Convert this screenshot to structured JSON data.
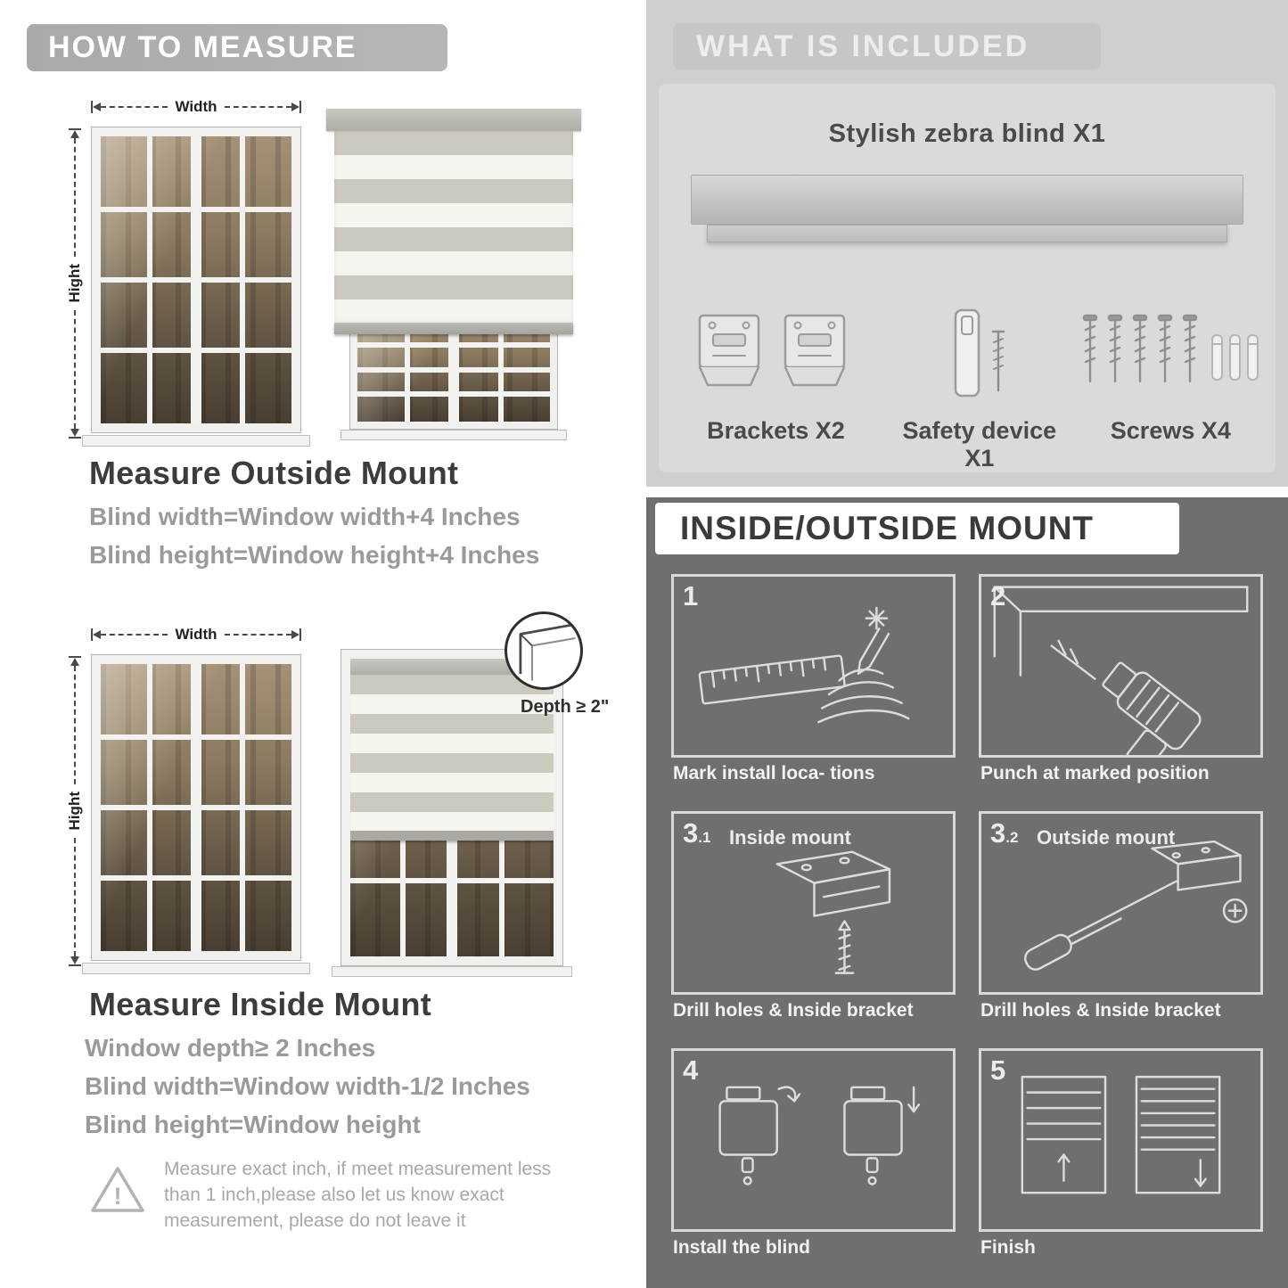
{
  "left": {
    "banner": "HOW TO MEASURE",
    "outside": {
      "width_label": "Width",
      "height_label": "Hight",
      "title": "Measure Outside Mount",
      "lines": [
        "Blind width=Window width+4 Inches",
        "Blind height=Window height+4 Inches"
      ]
    },
    "inside": {
      "width_label": "Width",
      "height_label": "Hight",
      "depth_label": "Depth ≥ 2\"",
      "title": "Measure Inside Mount",
      "lines": [
        "Window depth≥ 2 Inches",
        "Blind width=Window width-1/2 Inches",
        "Blind height=Window height"
      ]
    },
    "note_icon": "!",
    "note": "Measure exact inch, if meet measurement less than 1 inch,please also let us know exact measurement, please do not leave it"
  },
  "right": {
    "included": {
      "title": "WHAT IS INCLUDED",
      "blind_label": "Stylish zebra blind X1",
      "parts": [
        {
          "label": "Brackets X2"
        },
        {
          "label": "Safety device X1"
        },
        {
          "label": "Screws X4"
        }
      ]
    },
    "mount": {
      "title": "INSIDE/OUTSIDE MOUNT",
      "steps": [
        {
          "num": "1",
          "caption": "Mark install loca- tions"
        },
        {
          "num": "2",
          "caption": "Punch at  marked position"
        },
        {
          "num": "3",
          "num_sub": ".1",
          "label": "Inside mount",
          "caption": "Drill holes &  Inside bracket"
        },
        {
          "num": "3",
          "num_sub": ".2",
          "label": "Outside mount",
          "caption": "Drill holes &  Inside bracket"
        },
        {
          "num": "4",
          "caption": "Install the blind"
        },
        {
          "num": "5",
          "caption": "Finish"
        }
      ]
    }
  },
  "colors": {
    "banner_gray": "#aeaeae",
    "included_bg": "#cfcfcf",
    "mount_bg": "#6f6f6f",
    "heading_text": "#3c3c3c",
    "formula_text": "#9a9a9a"
  }
}
